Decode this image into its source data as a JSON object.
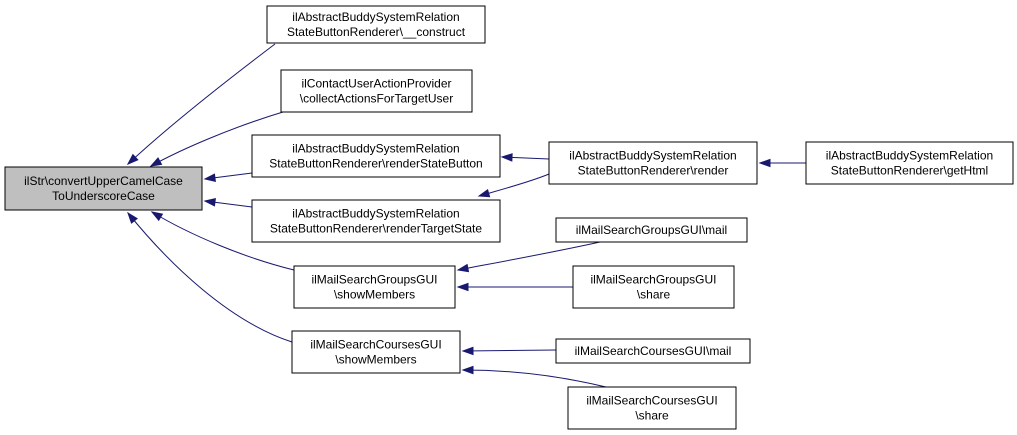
{
  "diagram": {
    "type": "call-graph",
    "edge_color": "#191970",
    "root_fill": "#bfbfbf",
    "node_fill": "#ffffff",
    "nodes": [
      {
        "id": "root",
        "lines": [
          "ilStr\\convertUpperCamelCase",
          "ToUnderscoreCase"
        ],
        "highlighted": true
      },
      {
        "id": "construct",
        "lines": [
          "ilAbstractBuddySystemRelation",
          "StateButtonRenderer\\__construct"
        ]
      },
      {
        "id": "collectActions",
        "lines": [
          "ilContactUserActionProvider",
          "\\collectActionsForTargetUser"
        ]
      },
      {
        "id": "renderStateButton",
        "lines": [
          "ilAbstractBuddySystemRelation",
          "StateButtonRenderer\\renderStateButton"
        ]
      },
      {
        "id": "renderTargetState",
        "lines": [
          "ilAbstractBuddySystemRelation",
          "StateButtonRenderer\\renderTargetState"
        ]
      },
      {
        "id": "groupsShowMembers",
        "lines": [
          "ilMailSearchGroupsGUI",
          "\\showMembers"
        ]
      },
      {
        "id": "coursesShowMembers",
        "lines": [
          "ilMailSearchCoursesGUI",
          "\\showMembers"
        ]
      },
      {
        "id": "render",
        "lines": [
          "ilAbstractBuddySystemRelation",
          "StateButtonRenderer\\render"
        ]
      },
      {
        "id": "getHtml",
        "lines": [
          "ilAbstractBuddySystemRelation",
          "StateButtonRenderer\\getHtml"
        ]
      },
      {
        "id": "groupsMail",
        "lines": [
          "ilMailSearchGroupsGUI\\mail"
        ]
      },
      {
        "id": "groupsShare",
        "lines": [
          "ilMailSearchGroupsGUI",
          "\\share"
        ]
      },
      {
        "id": "coursesMail",
        "lines": [
          "ilMailSearchCoursesGUI\\mail"
        ]
      },
      {
        "id": "coursesShare",
        "lines": [
          "ilMailSearchCoursesGUI",
          "\\share"
        ]
      }
    ],
    "edges": [
      {
        "from": "construct",
        "to": "root"
      },
      {
        "from": "collectActions",
        "to": "root"
      },
      {
        "from": "renderStateButton",
        "to": "root"
      },
      {
        "from": "renderTargetState",
        "to": "root"
      },
      {
        "from": "groupsShowMembers",
        "to": "root"
      },
      {
        "from": "coursesShowMembers",
        "to": "root"
      },
      {
        "from": "render",
        "to": "renderStateButton"
      },
      {
        "from": "render",
        "to": "renderTargetState"
      },
      {
        "from": "getHtml",
        "to": "render"
      },
      {
        "from": "groupsMail",
        "to": "groupsShowMembers"
      },
      {
        "from": "groupsShare",
        "to": "groupsShowMembers"
      },
      {
        "from": "coursesMail",
        "to": "coursesShowMembers"
      },
      {
        "from": "coursesShare",
        "to": "coursesShowMembers"
      }
    ]
  }
}
